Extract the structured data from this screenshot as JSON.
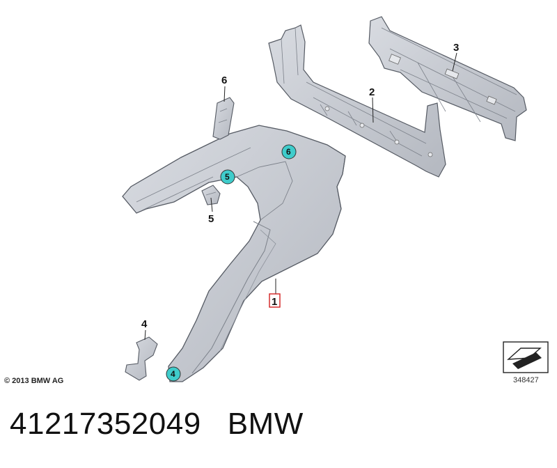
{
  "diagram": {
    "callouts": [
      {
        "id": "1",
        "label": "1",
        "highlighted": true
      },
      {
        "id": "2",
        "label": "2"
      },
      {
        "id": "3",
        "label": "3"
      },
      {
        "id": "4",
        "label": "4"
      },
      {
        "id": "5",
        "label": "5"
      },
      {
        "id": "6",
        "label": "6"
      }
    ],
    "bubbles": [
      {
        "label": "6"
      },
      {
        "label": "5"
      },
      {
        "label": "4"
      }
    ],
    "copyright": "© 2013 BMW AG",
    "diagram_id": "348427"
  },
  "footer": {
    "part_number": "41217352049",
    "brand": "BMW"
  },
  "colors": {
    "panel_fill": "#c9ccd3",
    "panel_dark": "#a9adb6",
    "outline": "#555a63",
    "bubble_fill": "#3fcccb",
    "highlight_box": "#d22020"
  }
}
